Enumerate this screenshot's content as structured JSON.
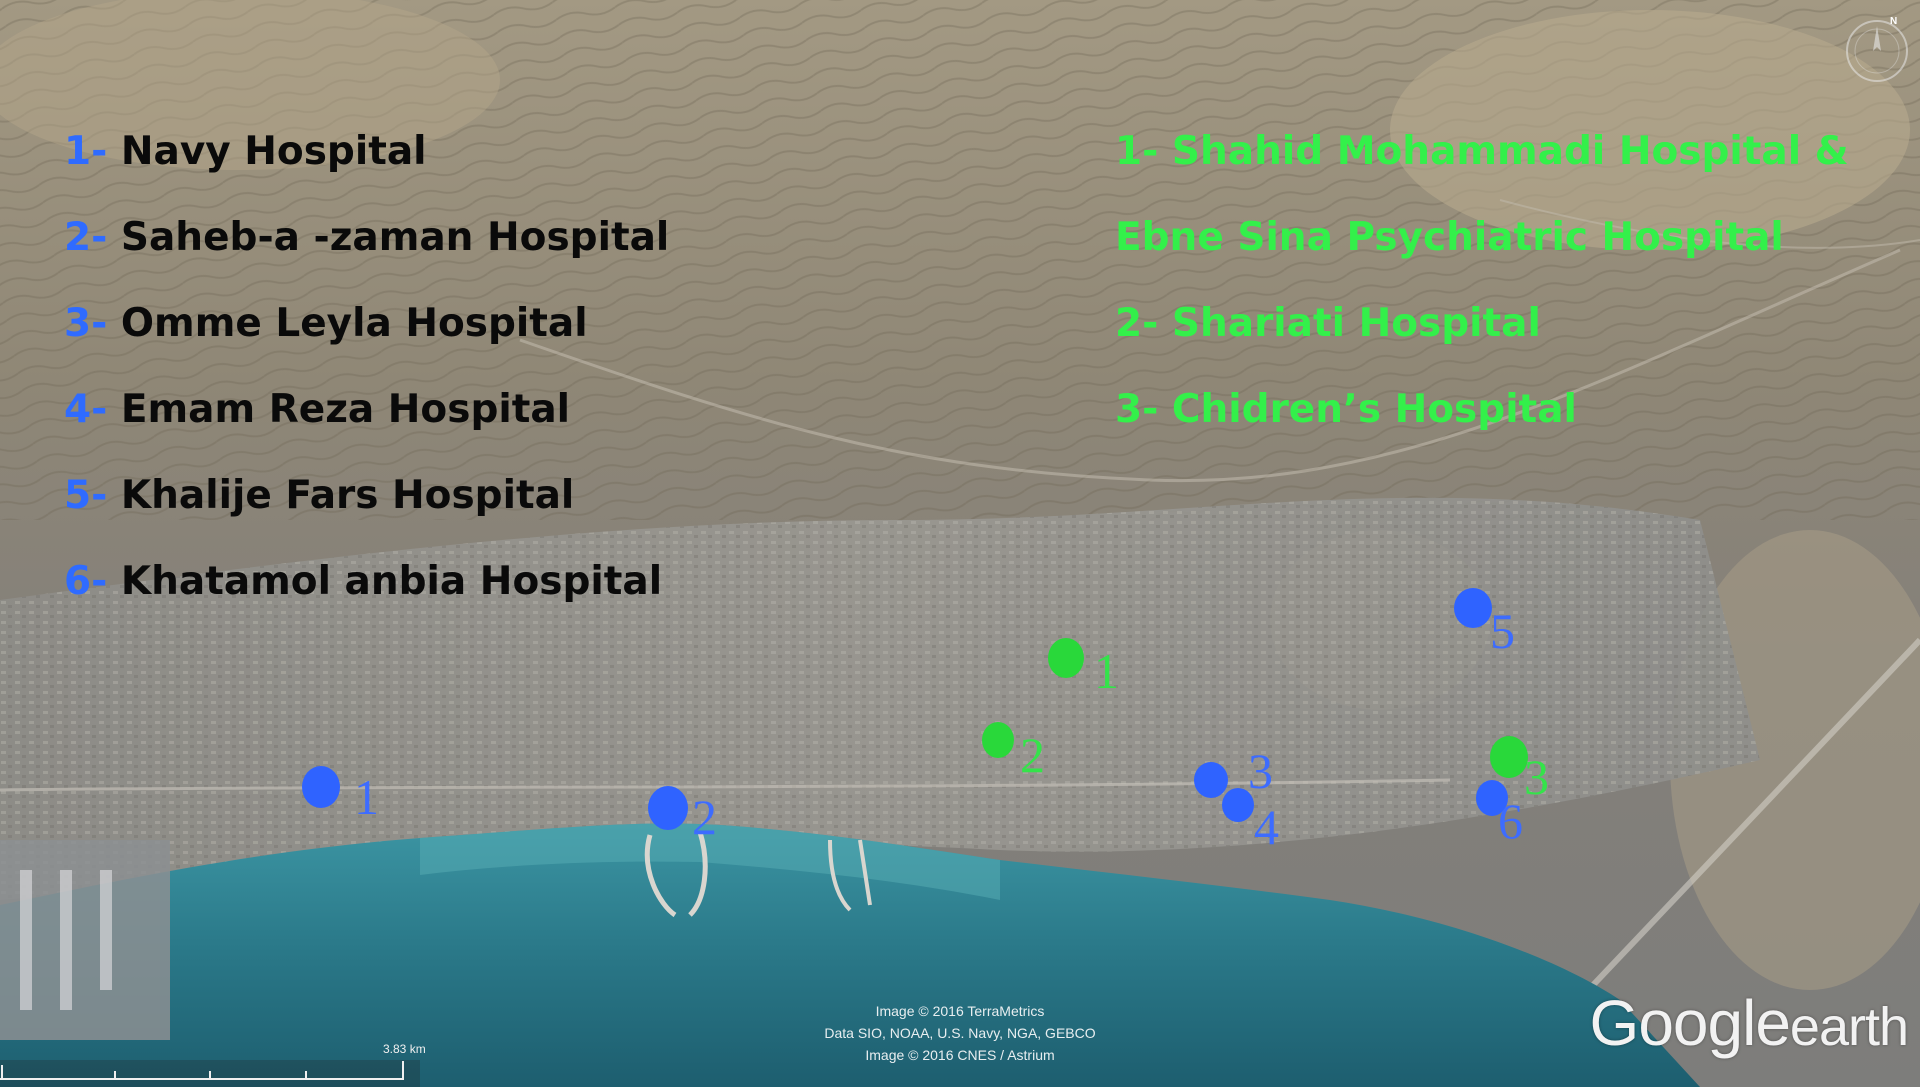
{
  "legend_blue": [
    {
      "num": "1-",
      "name": "Navy Hospital"
    },
    {
      "num": "2-",
      "name": "Saheb-a -zaman Hospital"
    },
    {
      "num": "3-",
      "name": "Omme Leyla Hospital"
    },
    {
      "num": "4-",
      "name": "Emam Reza Hospital"
    },
    {
      "num": "5-",
      "name": "Khalije Fars Hospital"
    },
    {
      "num": "6-",
      "name": "Khatamol anbia Hospital"
    }
  ],
  "legend_green": [
    "1- Shahid Mohammadi Hospital &",
    "Ebne Sina Psychiatric Hospital",
    "2- Shariati Hospital",
    "3- Chidren’s Hospital"
  ],
  "marker_labels_blue": [
    "1",
    "2",
    "3",
    "4",
    "5",
    "6"
  ],
  "marker_labels_green": [
    "1",
    "2",
    "3"
  ],
  "credits": [
    "Image © 2016 TerraMetrics",
    "Data SIO, NOAA, U.S. Navy, NGA, GEBCO",
    "Image © 2016 CNES / Astrium"
  ],
  "brand": {
    "main": "Google",
    "sub": "earth"
  },
  "scale_label": "3.83 km",
  "compass_label": "N",
  "colors": {
    "blue_marker": "#2f63ff",
    "green_marker": "#29d83a",
    "legend_blue_number": "#2f6bff",
    "legend_green_text": "#33f04a",
    "sea": "#2f7d8e",
    "land": "#8a8272"
  }
}
